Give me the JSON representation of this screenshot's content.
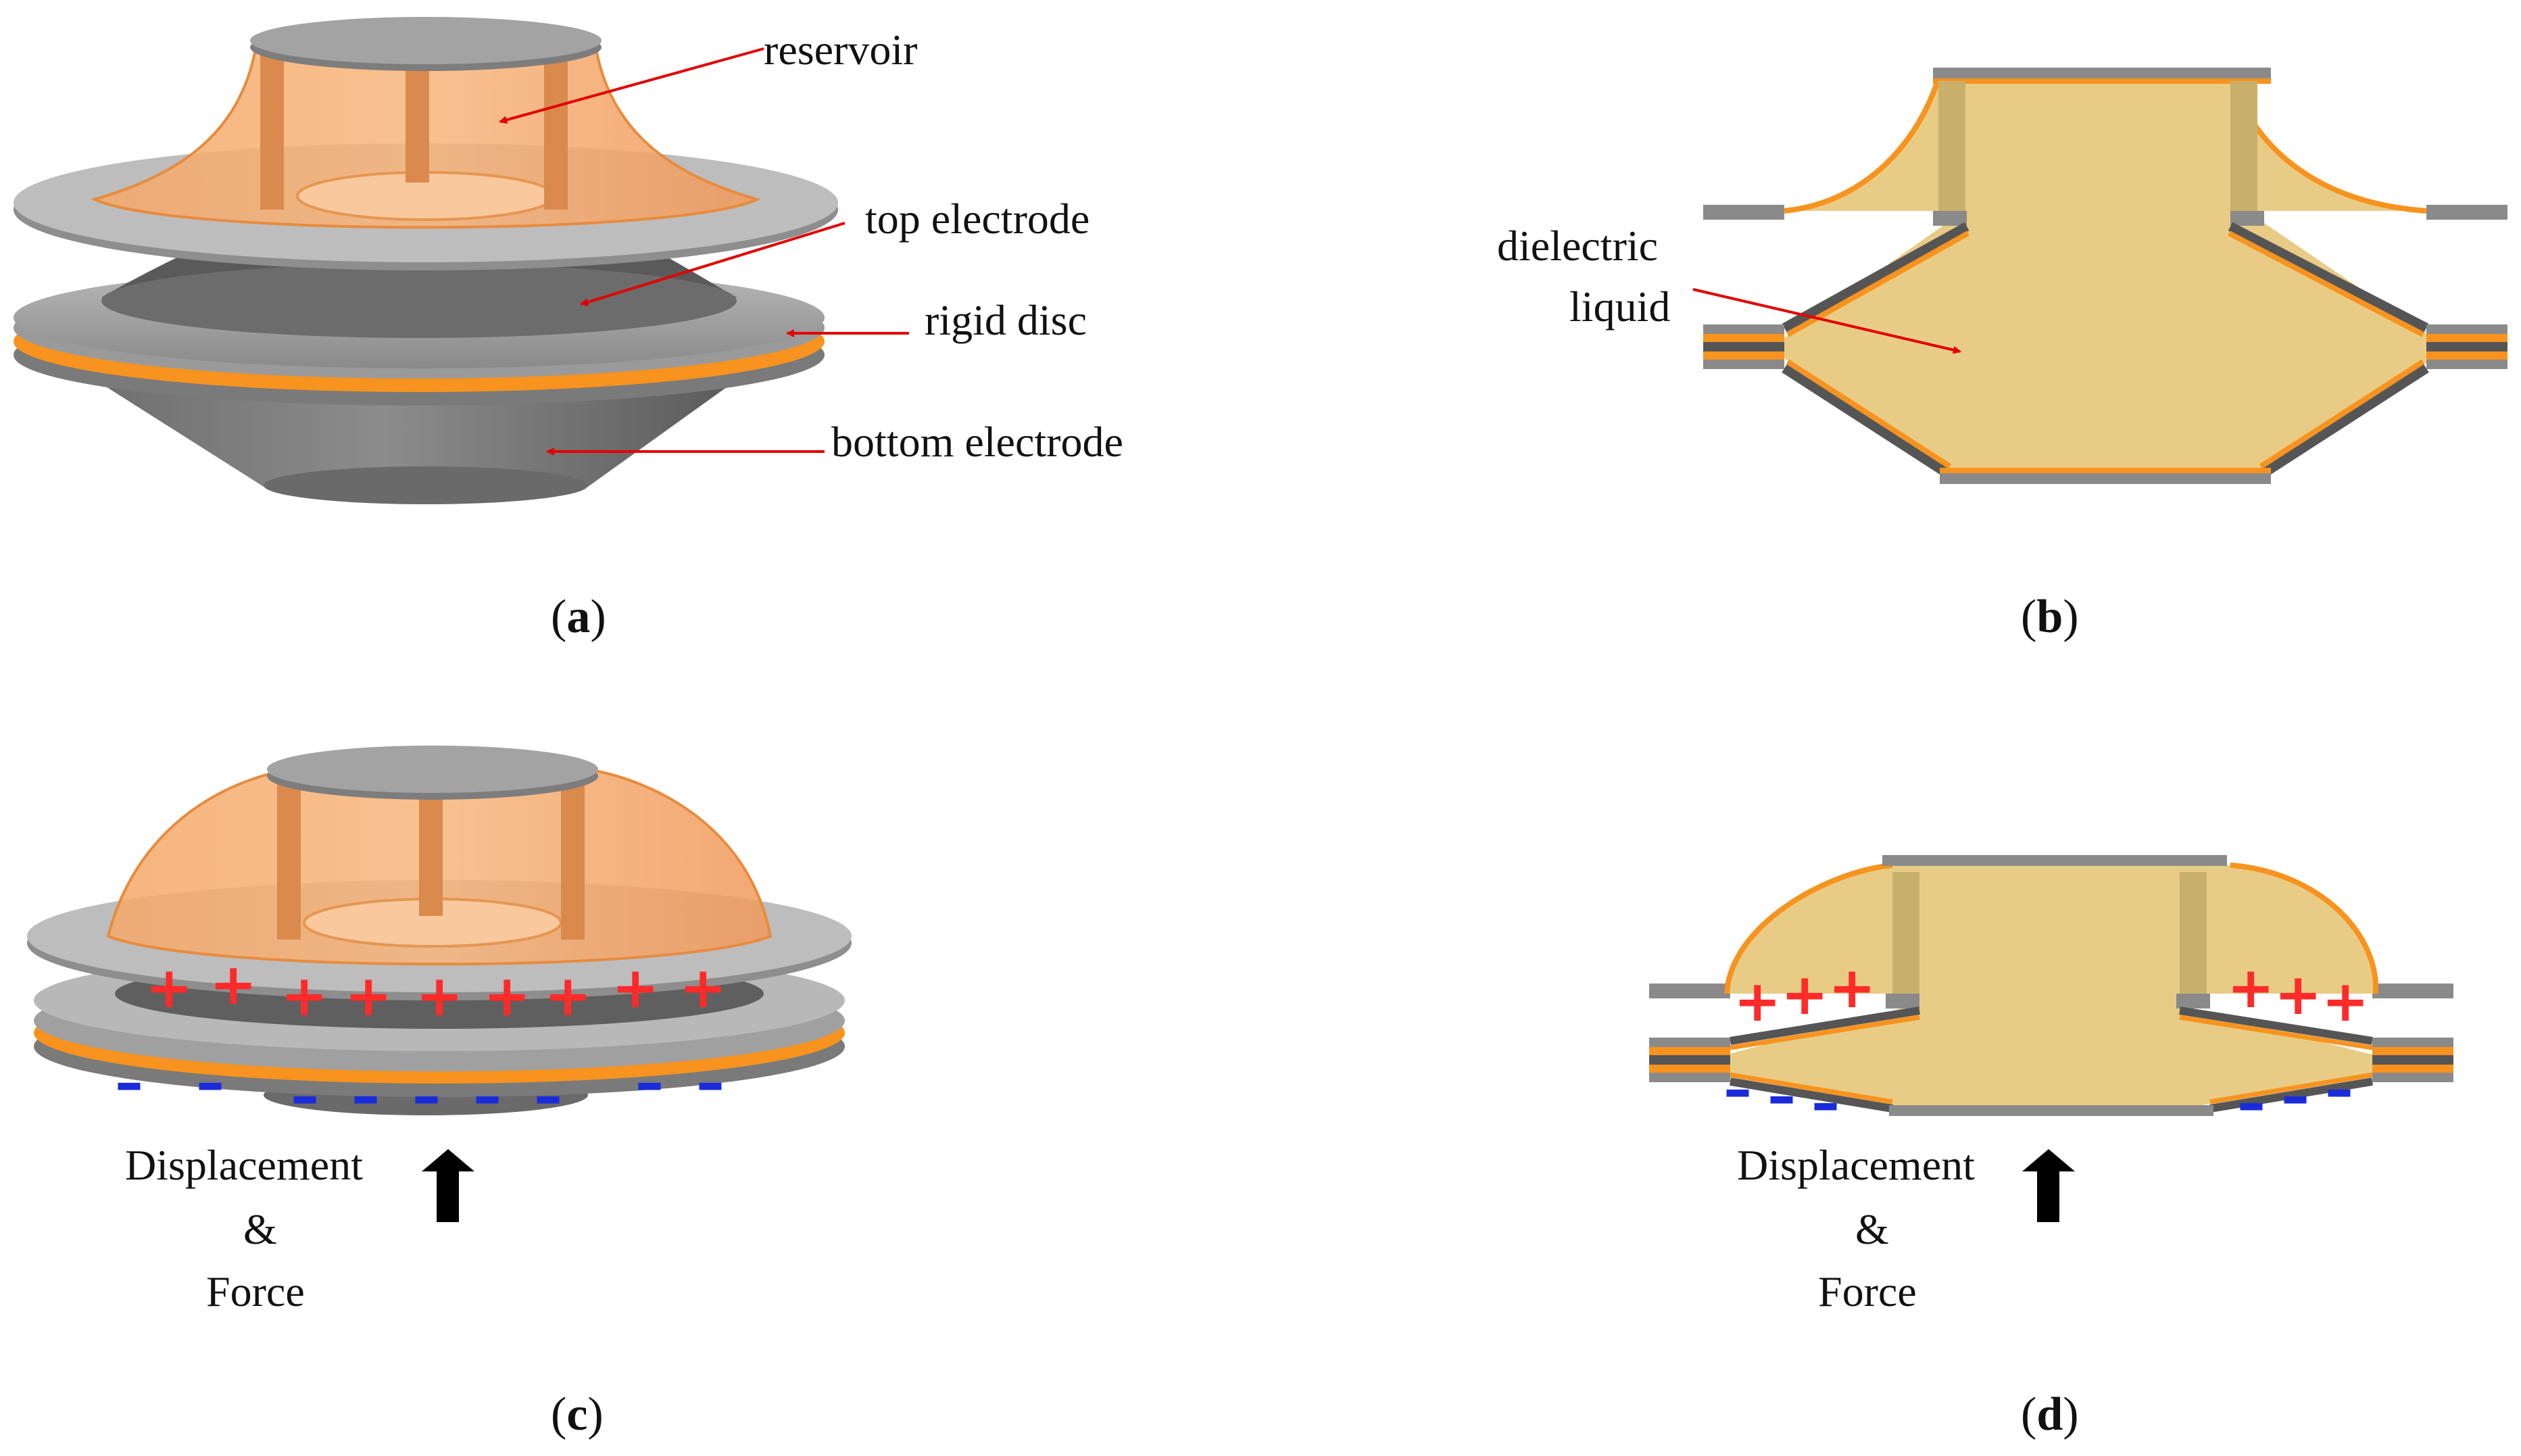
{
  "labels": {
    "reservoir": "reservoir",
    "top_electrode": "top electrode",
    "rigid_disc": "rigid disc",
    "bottom_electrode": "bottom electrode",
    "dielectric_line1": "dielectric",
    "dielectric_line2": "liquid",
    "displacement": "Displacement",
    "ampersand": "&",
    "force": "Force"
  },
  "captions": {
    "a": "a",
    "b": "b",
    "c": "c",
    "d": "d",
    "open": "(",
    "close": ")"
  },
  "symbols": {
    "plus": "+",
    "minus": "–"
  },
  "colors": {
    "liquid": "#e8cc86",
    "orange": "#f7931e",
    "orange_translucent": "#f5a05a",
    "electrode_dark": "#555555",
    "electrode_light": "#a6a6a6",
    "arrow_red": "#e30000",
    "plus_red": "#ff2a2a",
    "minus_blue": "#1a2bdc"
  },
  "icons": {
    "displacement_arrow": "up-arrow-icon"
  }
}
